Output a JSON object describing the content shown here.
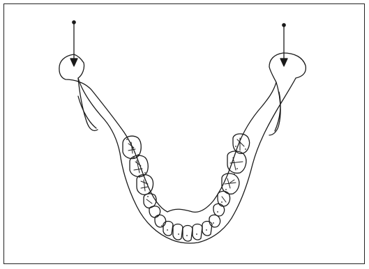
{
  "figure": {
    "subject": "mandible-occlusal-view",
    "colors": {
      "ink": "#1a1a1a",
      "background": "#ffffff",
      "frame": "#222222"
    },
    "arrows": [
      {
        "side": "left",
        "icon": "down-arrow-icon"
      },
      {
        "side": "right",
        "icon": "down-arrow-icon"
      }
    ],
    "teeth_per_side": 8,
    "incisors": 4
  }
}
